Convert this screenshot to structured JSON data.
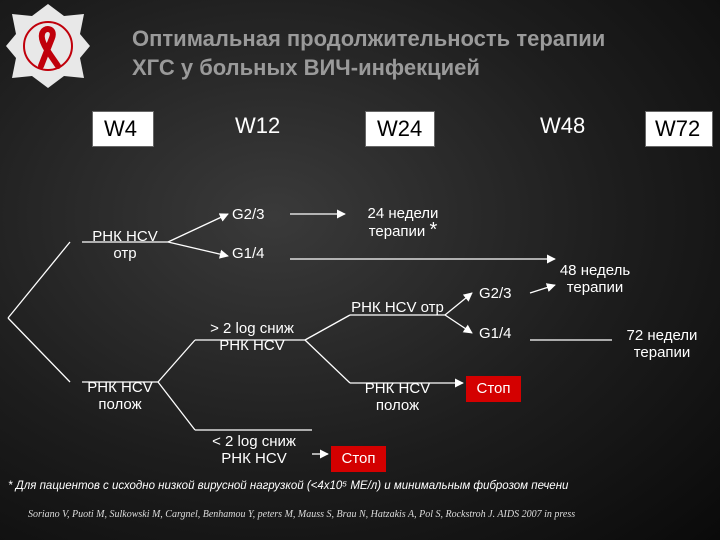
{
  "title": {
    "line1": "Оптимальная продолжительность терапии",
    "line2": "ХГС у больных ВИЧ-инфекцией"
  },
  "logo": {
    "icon": "red-ribbon-icon",
    "bg": "#e8e8e8",
    "ribbon": "#c0000b"
  },
  "weeks": [
    "W4",
    "W12",
    "W24",
    "W48",
    "W72"
  ],
  "nodes": {
    "hcv_neg": "РНК HCV отр",
    "hcv_pos": "РНК HCV полож",
    "g23_top": "G2/3",
    "g14_top": "G1/4",
    "weeks24": "24 недели терапии",
    "weeks24_mark": "*",
    "log_gt2": "> 2 log сниж РНК HCV",
    "log_lt2": "< 2 log сниж РНК HCV",
    "hcv_neg2": "РНК HCV отр",
    "hcv_pos2": "РНК HCV полож",
    "g23_mid": "G2/3",
    "g14_mid": "G1/4",
    "weeks48": "48 недель терапии",
    "weeks72": "72 недели терапии",
    "stop1": "Стоп",
    "stop2": "Стоп"
  },
  "footnote": "* Для пациентов с исходно низкой вирусной нагрузкой (<4x10⁵ МЕ/л) и минимальным фиброзом печени",
  "source": "Soriano V, Puoti M, Sulkowski M, Cargnel, Benhamou Y, peters M, Mauss S, Brau N, Hatzakis A, Pol S, Rockstroh J. AIDS 2007 in press",
  "colors": {
    "stop": "#d40000",
    "title": "#9a9a9a",
    "text": "#ffffff"
  }
}
